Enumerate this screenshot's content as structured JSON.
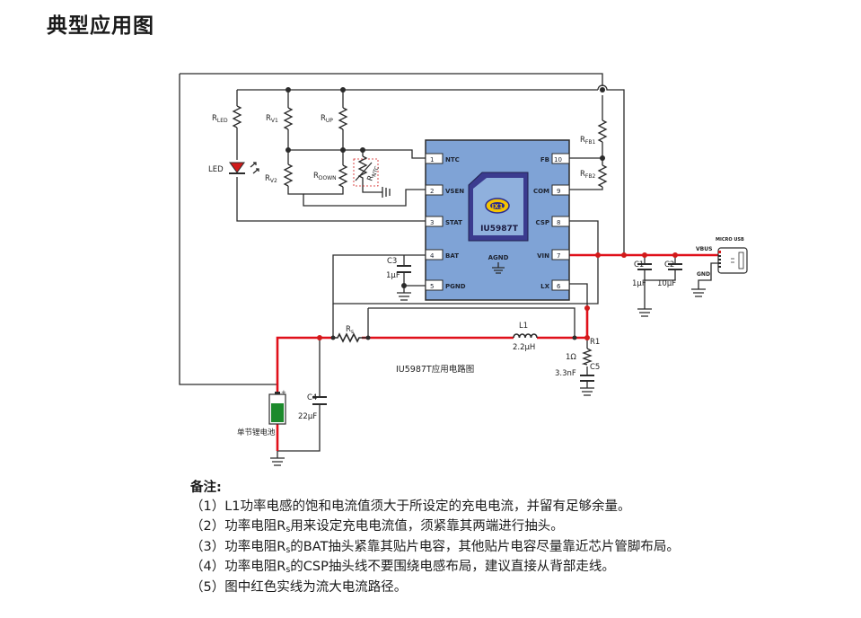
{
  "page": {
    "title": "典型应用图"
  },
  "colors": {
    "high_current_path": "#e0101a",
    "chip_body": "#7fa3d6",
    "chip_inner": "#3b3b8f",
    "battery": "#1c8a2c"
  },
  "chip": {
    "part": "IU5987T",
    "ground_label": "AGND",
    "logo_text": "IX1",
    "left_pins": [
      {
        "num": "1",
        "name": "NTC"
      },
      {
        "num": "2",
        "name": "VSEN"
      },
      {
        "num": "3",
        "name": "STAT"
      },
      {
        "num": "4",
        "name": "BAT"
      },
      {
        "num": "5",
        "name": "PGND"
      }
    ],
    "right_pins": [
      {
        "num": "10",
        "name": "FB"
      },
      {
        "num": "9",
        "name": "COM"
      },
      {
        "num": "8",
        "name": "CSP"
      },
      {
        "num": "7",
        "name": "VIN"
      },
      {
        "num": "6",
        "name": "LX"
      }
    ]
  },
  "labels": {
    "r_led": {
      "main": "R",
      "sub": "LED"
    },
    "r_v1": {
      "main": "R",
      "sub": "V1"
    },
    "r_up": {
      "main": "R",
      "sub": "UP"
    },
    "led": "LED",
    "r_v2": {
      "main": "R",
      "sub": "V2"
    },
    "r_down": {
      "main": "R",
      "sub": "DOWN"
    },
    "r_ntc": {
      "main": "R",
      "sub": "NTC"
    },
    "r_fb1": {
      "main": "R",
      "sub": "FB1"
    },
    "r_fb2": {
      "main": "R",
      "sub": "FB2"
    },
    "c3": "C3",
    "c3_val": "1μF",
    "rs": {
      "main": "R",
      "sub": "s"
    },
    "l1": "L1",
    "l1_val": "2.2μH",
    "r1": "R1",
    "r1_val": "1Ω",
    "c5": "C5",
    "c5_val": "3.3nF",
    "c1": "C1",
    "c1_val": "1μF",
    "c2": "C2",
    "c2_val": "10μF",
    "vbus": "VBUS",
    "gnd": "GND",
    "micro_usb": "MICRO USB",
    "c4": "C4",
    "c4_val": "22μF",
    "battery": "单节锂电池",
    "battery_plus": "+",
    "caption": "IU5987T应用电路图"
  },
  "notes": {
    "title": "备注:",
    "items": [
      {
        "pre": "（1）L1功率电感的饱和电流值须大于所设定的充电电流，并留有足够余量。",
        "sub": "",
        "post": ""
      },
      {
        "pre": "（2）功率电阻R",
        "sub": "s",
        "post": "用来设定充电电流值，须紧靠其两端进行抽头。"
      },
      {
        "pre": "（3）功率电阻R",
        "sub": "s",
        "post": "的BAT抽头紧靠其贴片电容，其他贴片电容尽量靠近芯片管脚布局。"
      },
      {
        "pre": "（4）功率电阻R",
        "sub": "s",
        "post": "的CSP抽头线不要围绕电感布局，建议直接从背部走线。"
      },
      {
        "pre": "（5）图中红色实线为流大电流路径。",
        "sub": "",
        "post": ""
      }
    ]
  }
}
